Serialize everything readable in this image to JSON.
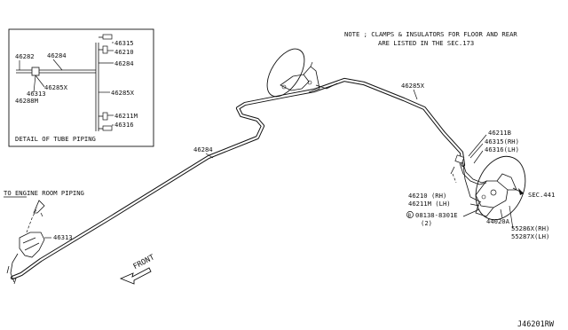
{
  "note": {
    "line1": "NOTE ; CLAMPS & INSULATORS FOR FLOOR AND REAR",
    "line2": "ARE LISTED IN THE SEC.173"
  },
  "detail_box": {
    "title": "DETAIL OF TUBE PIPING",
    "labels": {
      "p46282": "46282",
      "p46284": "46284",
      "p46315": "46315",
      "p46210": "46210",
      "p46284b": "46284",
      "p46285x_a": "46285X",
      "p46313": "46313",
      "p46288m": "46288M",
      "p46285x_b": "46285X",
      "p46211m": "46211M",
      "p46316": "46316"
    }
  },
  "main": {
    "to_engine": "TO ENGINE ROOM PIPING",
    "p46313": "46313",
    "p46284": "46284",
    "p46285x": "46285X",
    "front": "FRONT",
    "p46211b": "46211B",
    "p46315rh": "46315(RH)",
    "p46316lh": "46316(LH)",
    "p46210rh": "46210  (RH)",
    "p46211mlh": "46211M (LH)",
    "bolt_symbol": "B",
    "bolt": "08138-8301E",
    "bolt_qty": "(2)",
    "p44020a": "44020A",
    "sec441": "SEC.441",
    "p55286x": "55286X(RH)",
    "p55287x": "55287X(LH)"
  },
  "diagram_code": "J46201RW"
}
